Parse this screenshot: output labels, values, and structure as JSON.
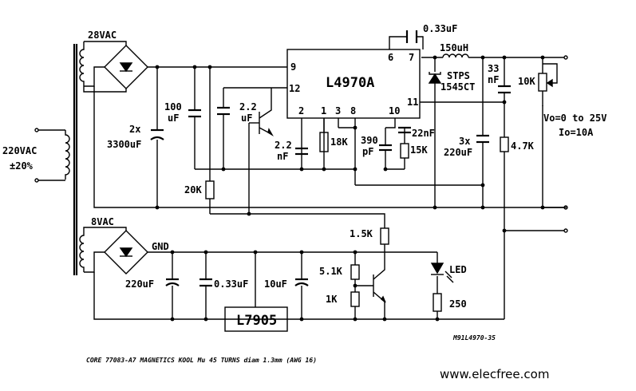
{
  "labels": {
    "ic_main": "L4970A",
    "ic_reg": "L7905",
    "pin9": "9",
    "pin12": "12",
    "pin2": "2",
    "pin1": "1",
    "pin3": "3",
    "pin8": "8",
    "pin10": "10",
    "pin6": "6",
    "pin7": "7",
    "pin11": "11",
    "v28": "28VAC",
    "v8": "8VAC",
    "mains1": "220VAC",
    "mains2": "±20%",
    "gnd": "GND",
    "c_bulk_a": "2x",
    "c_bulk_b": "3300uF",
    "c_100_a": "100",
    "c_100_b": "uF",
    "c_22u_a": "2.2",
    "c_22u_b": "uF",
    "c_22n_a": "2.2",
    "c_22n_b": "nF",
    "r_18k_a": "18K",
    "c_390_a": "390",
    "c_390_b": "pF",
    "c_22nf": "22nF",
    "r_15k": "15K",
    "c_boot": "0.33uF",
    "l_main": "150uH",
    "d_a": "STPS",
    "d_b": "1545CT",
    "c_33_a": "33",
    "c_33_b": "nF",
    "r_pot": "10K",
    "c_out_a": "3x",
    "c_out_b": "220uF",
    "r_47k": "4.7K",
    "vo": "Vo=0 to 25V",
    "io": "Io=10A",
    "r_20k": "20K",
    "r_15k_b": "1.5K",
    "r_51k": "5.1K",
    "r_1k": "1K",
    "led": "LED",
    "r_250": "250",
    "c_220u": "220uF",
    "c_033u": "0.33uF",
    "c_10u": "10uF",
    "ref": "M91L4970-35",
    "core": "CORE 77083-A7 MAGNETICS KOOL Mu 45 TURNS diam 1.3mm (AWG 16)",
    "site": "www.elecfree.com"
  }
}
